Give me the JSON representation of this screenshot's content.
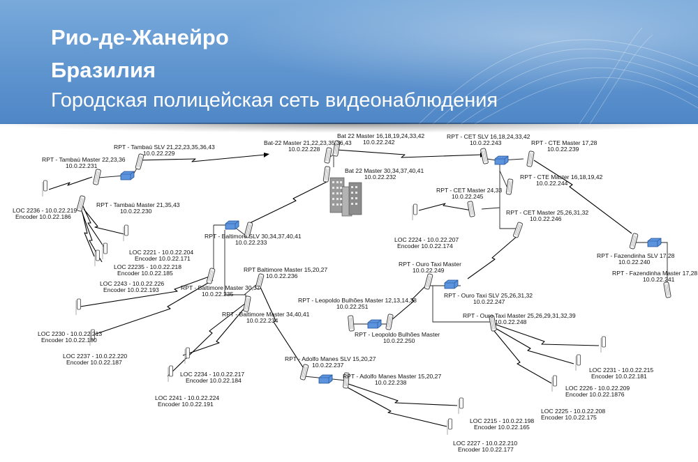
{
  "header": {
    "title_city1": "Рио-де-Жанейро",
    "title_city2": "Бразилия",
    "title_subtitle": "Городская полицейская сеть видеонаблюдения"
  },
  "colors": {
    "header": "#5f95cf",
    "switch": "#4a86d6",
    "link": "#000000"
  },
  "labels": {
    "tambau_slv_1": "RPT - Tambaú SLV 21,22,23,35,36,43",
    "tambau_slv_2": "10.0.22.229",
    "tambau_m22_1": "RPT - Tambaú Master 22,23,36",
    "tambau_m22_2": "10.0.22.231",
    "tambau_m21_1": "RPT - Tambaú Master  21,35,43",
    "tambau_m21_2": "10.0.22.230",
    "loc2236_1": "LOC 2236 - 10.0.22.219",
    "loc2236_2": "Encoder 10.0.22.186",
    "loc2221_1": "LOC 2221 - 10.0.22.204",
    "loc2221_2": "Encoder 10.0.22.171",
    "loc22235_1": "LOC 22235 - 10.0.22.218",
    "loc22235_2": "Encoder 10.0.22.185",
    "loc2243_1": "LOC 2243 - 10.0.22.226",
    "loc2243_2": "Encoder 10.0.22.193",
    "bat22m21_1": "Bat-22 Master 21,22,23,35,36,43",
    "bat22m21_2": "10.0.22.228",
    "bat22m16_1": "Bat 22 Master 16,18,19,24,33,42",
    "bat22m16_2": "10.0.22.242",
    "bat22m30_1": "Bat 22 Master 30,34,37,40,41",
    "bat22m30_2": "10.0.22.232",
    "cetslv_1": "RPT - CET SLV 16,18,24,33,42",
    "cetslv_2": "10.0.22.243",
    "cte17_1": "RPT - CTE Master 17,28",
    "cte17_2": "10.0.22.239",
    "cte16_1": "RPT - CTE Master 16,18,19,42",
    "cte16_2": "10.0.22.244",
    "cet24_1": "RPT - CET Master 24,33",
    "cet24_2": "10.0.22.245",
    "cet25_1": "RPT - CET Master 25,26,31,32",
    "cet25_2": "10.0.22.246",
    "loc2224_1": "LOC 2224 - 10.0.22.207",
    "loc2224_2": "Encoder 10.0.22.174",
    "baltslv_1": "RPT - Baltimore SLV 30,34,37,40,41",
    "baltslv_2": "10.0.22.233",
    "baltm15_1": "RPT Baltimore Master 15,20,27",
    "baltm15_2": "10.0.22.236",
    "baltm30_1": "RPT - Baltimore Master 30,37",
    "baltm30_2": "10.0.22.235",
    "baltm34_1": "RPT - Baltimore Master 34,40,41",
    "baltm34_2": "10.0.22.234",
    "loc2230_1": "LOC 2230 - 10.0.22.213",
    "loc2230_2": "Encoder 10.0.22.180",
    "loc2237_1": "LOC 2237 - 10.0.22.220",
    "loc2237_2": "Encoder 10.0.22.187",
    "loc2234_1": "LOC 2234 - 10.0.22.217",
    "loc2234_2": "Encoder 10.0.22.184",
    "loc2241_1": "LOC 2241 - 10.0.22.224",
    "loc2241_2": "Encoder 10.0.22.191",
    "ouro_m_1": "RPT - Ouro Taxi Master",
    "ouro_m_2": "10.0.22.249",
    "ouro_slv_1": "RPT - Ouro Taxi SLV 25,26,31,32",
    "ouro_slv_2": "10.0.22.247",
    "ouro_m25_1": "RPT - Ouro Taxi Master 25,26,29,31,32,39",
    "ouro_m25_2": "10.0.22.248",
    "leop_m12_1": "RPT - Leopoldo Bulhões Master 12,13,14,38",
    "leop_m12_2": "10.0.22.251",
    "leop_m_1": "RPT - Leopoldo Bulhões Master",
    "leop_m_2": "10.0.22.250",
    "faz_slv_1": "RPT - Fazendinha SLV 17,28",
    "faz_slv_2": "10.0.22.240",
    "faz_m_1": "RPT - Fazendinha Master 17,28",
    "faz_m_2": "10.0.22.241",
    "adolfo_slv_1": "RPT - Adolfo Manes SLV 15,20,27",
    "adolfo_slv_2": "10.0.22.237",
    "adolfo_m_1": "RPT - Adolfo Manes Master 15,20,27",
    "adolfo_m_2": "10.0.22.238",
    "loc2231_1": "LOC 2231 - 10.0.22.215",
    "loc2231_2": "Encoder 10.0.22.181",
    "loc2226_1": "LOC 2226 - 10.0.22.209",
    "loc2226_2": "Encoder 10.0.22.1876",
    "loc2225_1": "LOC 2225 - 10.0.22.208",
    "loc2225_2": "Encoder 10.0.22.175",
    "loc2215_1": "LOC 2215 - 10.0.22.198",
    "loc2215_2": "Encoder 10.0.22.165",
    "loc2227_1": "LOC 2227 - 10.0.22.210",
    "loc2227_2": "Encoder 10.0.22.177"
  }
}
